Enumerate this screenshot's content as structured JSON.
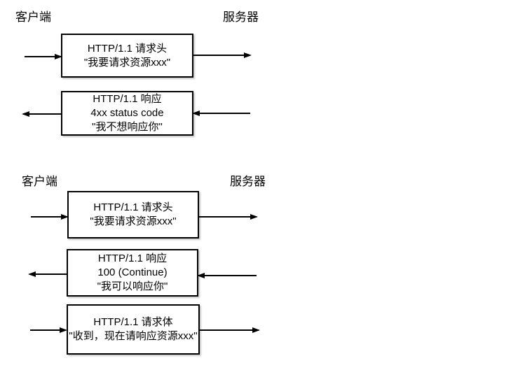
{
  "colors": {
    "line": "#000000",
    "text": "#000000",
    "background": "#ffffff"
  },
  "diagrams": [
    {
      "client_label": "客户端",
      "server_label": "服务器",
      "boxes": [
        {
          "direction": "client-to-server",
          "lines": [
            "HTTP/1.1 请求头",
            "\"我要请求资源xxx\""
          ]
        },
        {
          "direction": "server-to-client",
          "lines": [
            "HTTP/1.1 响应",
            "4xx status code",
            "\"我不想响应你\""
          ]
        }
      ]
    },
    {
      "client_label": "客户端",
      "server_label": "服务器",
      "boxes": [
        {
          "direction": "client-to-server",
          "lines": [
            "HTTP/1.1 请求头",
            "\"我要请求资源xxx\""
          ]
        },
        {
          "direction": "server-to-client",
          "lines": [
            "HTTP/1.1 响应",
            "100 (Continue)",
            "\"我可以响应你\""
          ]
        },
        {
          "direction": "client-to-server",
          "lines": [
            "HTTP/1.1 请求体",
            "\"收到，现在请响应资源xxx\""
          ]
        }
      ]
    }
  ]
}
